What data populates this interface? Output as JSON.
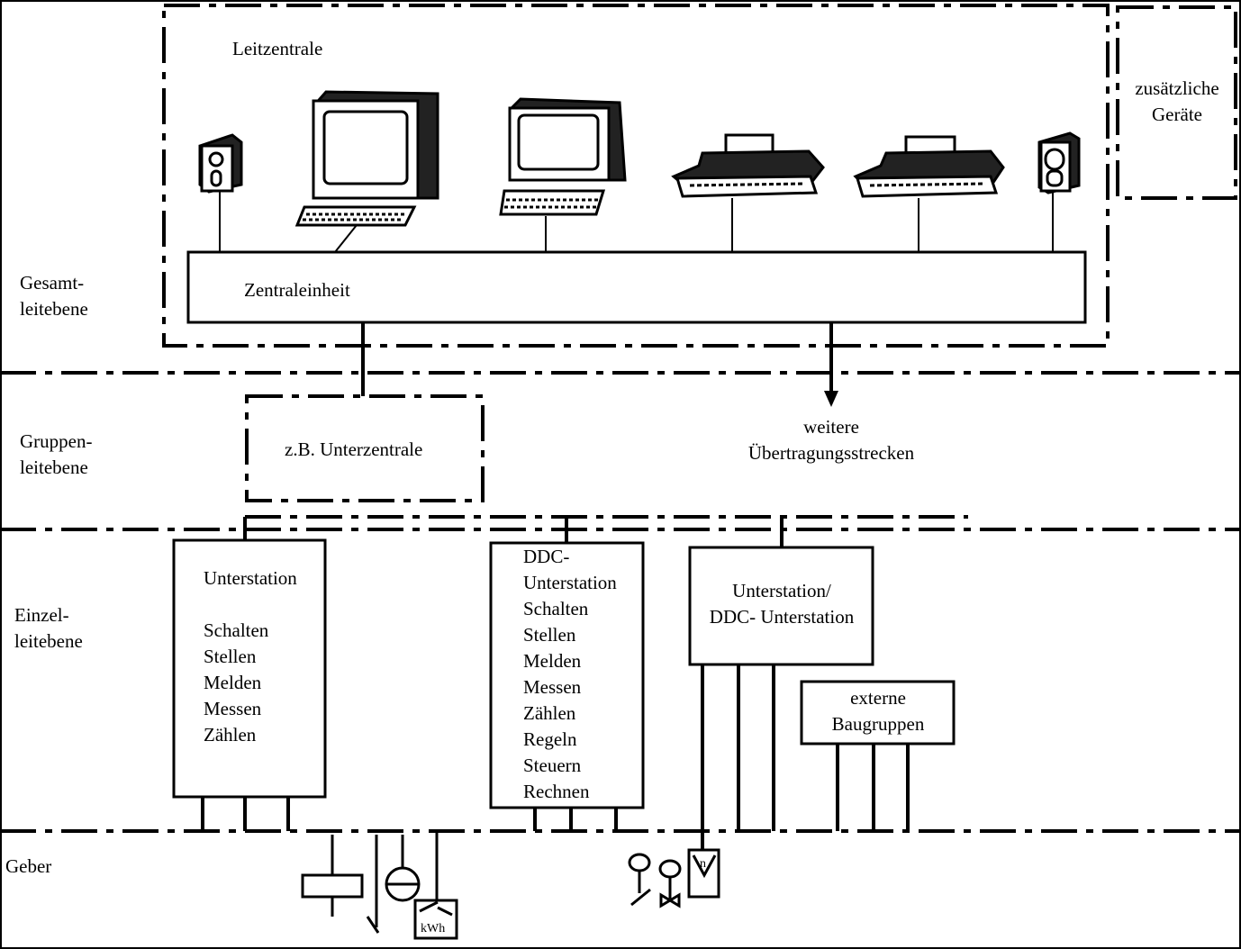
{
  "levels": {
    "gesamt": [
      "Gesamt-",
      "leitebene"
    ],
    "gruppen": [
      "Gruppen-",
      "leitebene"
    ],
    "einzel": [
      "Einzel-",
      "leitebene"
    ],
    "geber": "Geber"
  },
  "leitzentrale": {
    "title": "Leitzentrale",
    "zentraleinheit": "Zentraleinheit",
    "devices": [
      "speaker-icon",
      "monitor-icon",
      "terminal-icon",
      "printer-icon",
      "printer-icon",
      "speaker-icon"
    ]
  },
  "zusaetzliche": [
    "zusätzliche",
    "Geräte"
  ],
  "unterzentrale": "z.B. Unterzentrale",
  "weitere": [
    "weitere",
    "Übertragungsstrecken"
  ],
  "unterstation1": {
    "title": "Unterstation",
    "functions": [
      "Schalten",
      "Stellen",
      "Melden",
      "Messen",
      "Zählen"
    ]
  },
  "unterstation2": {
    "lines": [
      "DDC-",
      "Unterstation",
      "Schalten",
      "Stellen",
      "Melden",
      "Messen",
      "Zählen",
      "Regeln",
      "Steuern",
      "Rechnen"
    ]
  },
  "unterstation3": [
    "Unterstation/",
    "DDC- Unterstation"
  ],
  "externe": [
    "externe",
    "Baugruppen"
  ],
  "geber_symbols": {
    "kwh": "kWh",
    "n": "n"
  }
}
